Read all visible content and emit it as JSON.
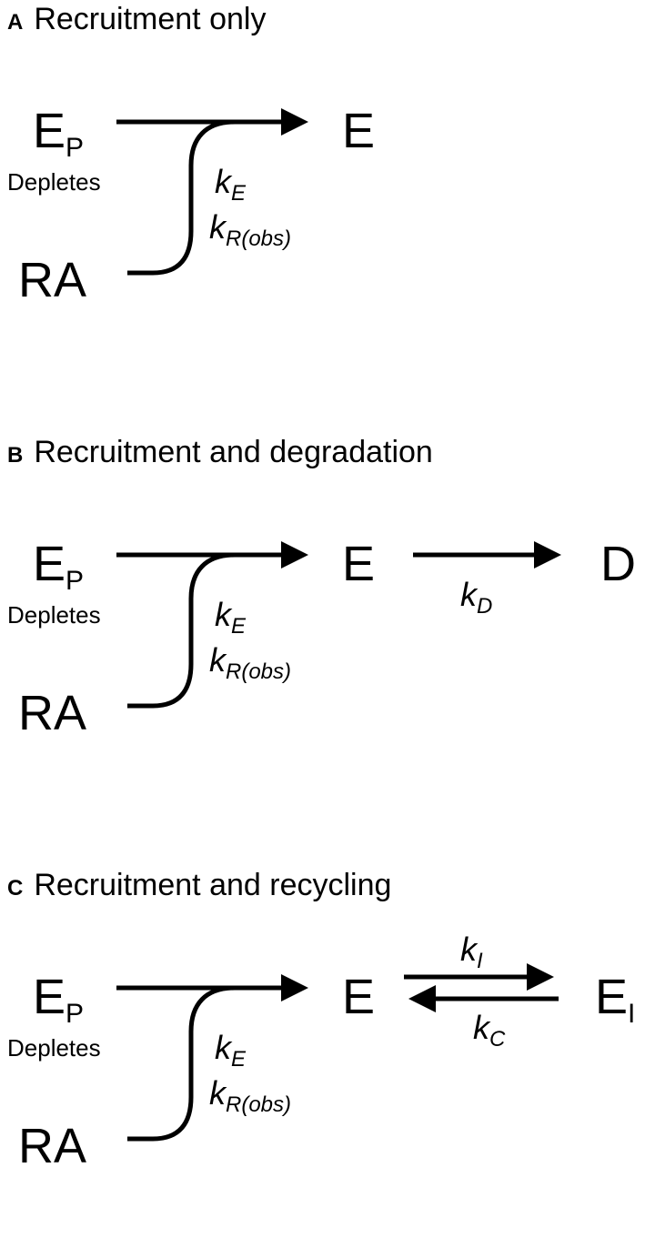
{
  "colors": {
    "ink": "#000000",
    "background": "#ffffff"
  },
  "panels": [
    {
      "letter": "A",
      "title": "Recruitment only",
      "ep_main": "E",
      "ep_sub": "P",
      "depletes": "Depletes",
      "ra": "RA",
      "e": "E",
      "ke_k": "k",
      "ke_sub": "E",
      "kr_k": "k",
      "kr_sub": "R(obs)"
    },
    {
      "letter": "B",
      "title": "Recruitment and degradation",
      "ep_main": "E",
      "ep_sub": "P",
      "depletes": "Depletes",
      "ra": "RA",
      "e": "E",
      "ke_k": "k",
      "ke_sub": "E",
      "kr_k": "k",
      "kr_sub": "R(obs)",
      "d": "D",
      "kd_k": "k",
      "kd_sub": "D"
    },
    {
      "letter": "C",
      "title": "Recruitment and recycling",
      "ep_main": "E",
      "ep_sub": "P",
      "depletes": "Depletes",
      "ra": "RA",
      "e": "E",
      "ke_k": "k",
      "ke_sub": "E",
      "kr_k": "k",
      "kr_sub": "R(obs)",
      "ei_main": "E",
      "ei_sub": "I",
      "ki_k": "k",
      "ki_sub": "I",
      "kc_k": "k",
      "kc_sub": "C"
    }
  ]
}
